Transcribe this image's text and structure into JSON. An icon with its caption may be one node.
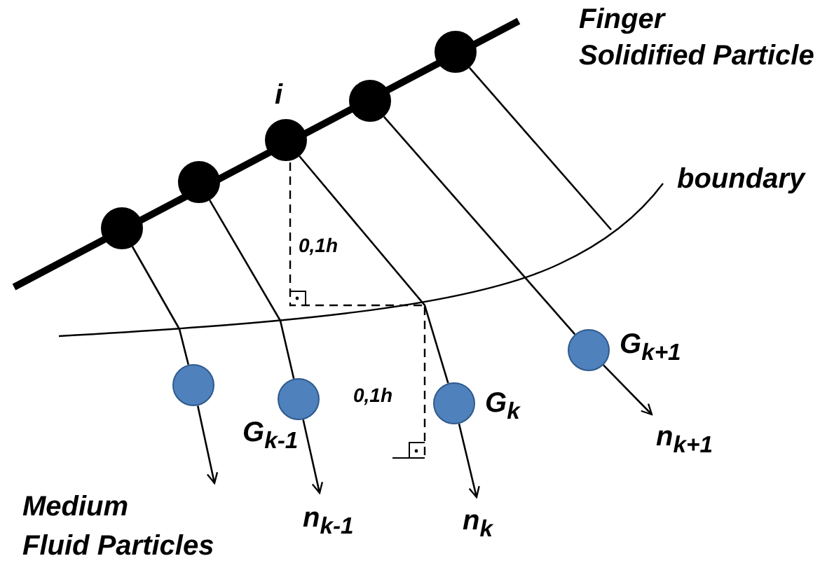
{
  "diagram": {
    "nodes": [
      {
        "text": [],
        "shape": "circle"
      },
      {
        "text": [],
        "shape": "circle"
      },
      {
        "text": [],
        "shape": "circle",
        "beside": [
          "i"
        ]
      },
      {
        "text": [],
        "shape": "circle"
      },
      {
        "text": [],
        "shape": "circle"
      },
      {
        "text": [],
        "shape": "circle"
      },
      {
        "text": [],
        "shape": "circle",
        "beside": [
          "G$_{k-1}$"
        ]
      },
      {
        "text": [],
        "shape": "circle",
        "beside": [
          "G$_{k}$"
        ]
      },
      {
        "text": [],
        "shape": "circle",
        "beside": [
          "G$_{k+1}$"
        ]
      }
    ],
    "edges": [
      {
        "from": 0,
        "to": 5,
        "arrow": "none"
      },
      {
        "from": 1,
        "to": 6,
        "arrow": "none"
      },
      {
        "from": 2,
        "to": 7,
        "arrow": "none"
      },
      {
        "from": 3,
        "to": 8,
        "arrow": "none"
      },
      {
        "from": 4,
        "to": null,
        "arrow": "none"
      },
      {
        "from": 5,
        "to": null,
        "arrow": "to"
      },
      {
        "from": 6,
        "to": null,
        "arrow": "to",
        "label": "n$_{k-1}$"
      },
      {
        "from": 7,
        "to": null,
        "arrow": "to",
        "label": "n$_{k}$"
      },
      {
        "from": 8,
        "to": null,
        "arrow": "to",
        "label": "n$_{k+1}$"
      }
    ],
    "labels": [
      "Finger",
      "Solidified Particle",
      "boundary",
      "0,1h",
      "0,1h",
      "Medium",
      "Fluid Particles"
    ]
  }
}
